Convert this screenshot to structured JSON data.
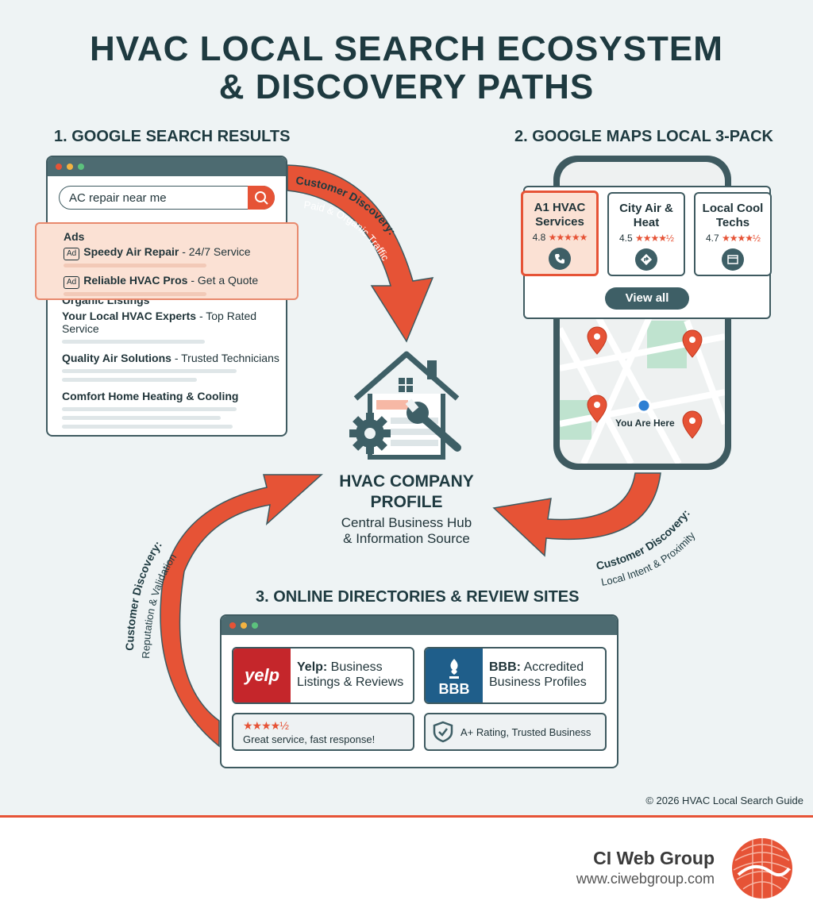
{
  "title_line1": "HVAC LOCAL SEARCH ECOSYSTEM",
  "title_line2": "& DISCOVERY PATHS",
  "section1": {
    "heading": "1. GOOGLE SEARCH RESULTS",
    "query": "AC repair near me",
    "ads_label": "Ads",
    "ad_tag": "Ad",
    "ads": [
      {
        "name": "Speedy Air Repair",
        "desc": " - 24/7 Service"
      },
      {
        "name": "Reliable HVAC Pros",
        "desc": " - Get a Quote"
      }
    ],
    "organic_label": "Organic Listings",
    "organic": [
      {
        "name": "Your Local HVAC Experts",
        "desc": " - Top Rated Service"
      },
      {
        "name": "Quality Air Solutions",
        "desc": " - Trusted Technicians"
      },
      {
        "name": "Comfort Home Heating & Cooling",
        "desc": ""
      }
    ]
  },
  "section2": {
    "heading": "2. GOOGLE MAPS LOCAL 3-PACK",
    "cards": [
      {
        "line1": "A1 HVAC",
        "line2": "Services",
        "rating": "4.8",
        "stars": "★★★★★",
        "icon": "phone-icon"
      },
      {
        "line1": "City Air &",
        "line2": "Heat",
        "rating": "4.5",
        "stars": "★★★★½",
        "icon": "directions-icon"
      },
      {
        "line1": "Local Cool",
        "line2": "Techs",
        "rating": "4.7",
        "stars": "★★★★½",
        "icon": "website-icon"
      }
    ],
    "view_all": "View all",
    "you_are_here": "You Are Here"
  },
  "hub": {
    "title_line1": "HVAC COMPANY",
    "title_line2": "PROFILE",
    "sub_line1": "Central Business Hub",
    "sub_line2": "& Information Source"
  },
  "section3": {
    "heading": "3. ONLINE DIRECTORIES & REVIEW SITES",
    "yelp_logo": "yelp",
    "yelp_name": "Yelp:",
    "yelp_desc1": " Business",
    "yelp_desc2": "Listings & Reviews",
    "yelp_review": "Great service, fast response!",
    "yelp_stars": "★★★★½",
    "bbb_logo": "BBB",
    "bbb_name": "BBB:",
    "bbb_desc1": " Accredited",
    "bbb_desc2": "Business Profiles",
    "bbb_badge": "A+ Rating, Trusted Business"
  },
  "arrows": {
    "a1_line1": "Customer Discovery:",
    "a1_line2": "Paid & Organic Traffic",
    "a2_line1": "Customer Discovery:",
    "a2_line2": "Local Intent & Proximity",
    "a3_line1": "Customer Discovery:",
    "a3_line2": "Reputation & Validation"
  },
  "copyright": "© 2026 HVAC Local Search Guide",
  "brand": {
    "name": "CI Web Group",
    "url": "www.ciwebgroup.com"
  },
  "colors": {
    "accent": "#e65336",
    "dark": "#3e5f66",
    "background": "#eef3f4"
  }
}
